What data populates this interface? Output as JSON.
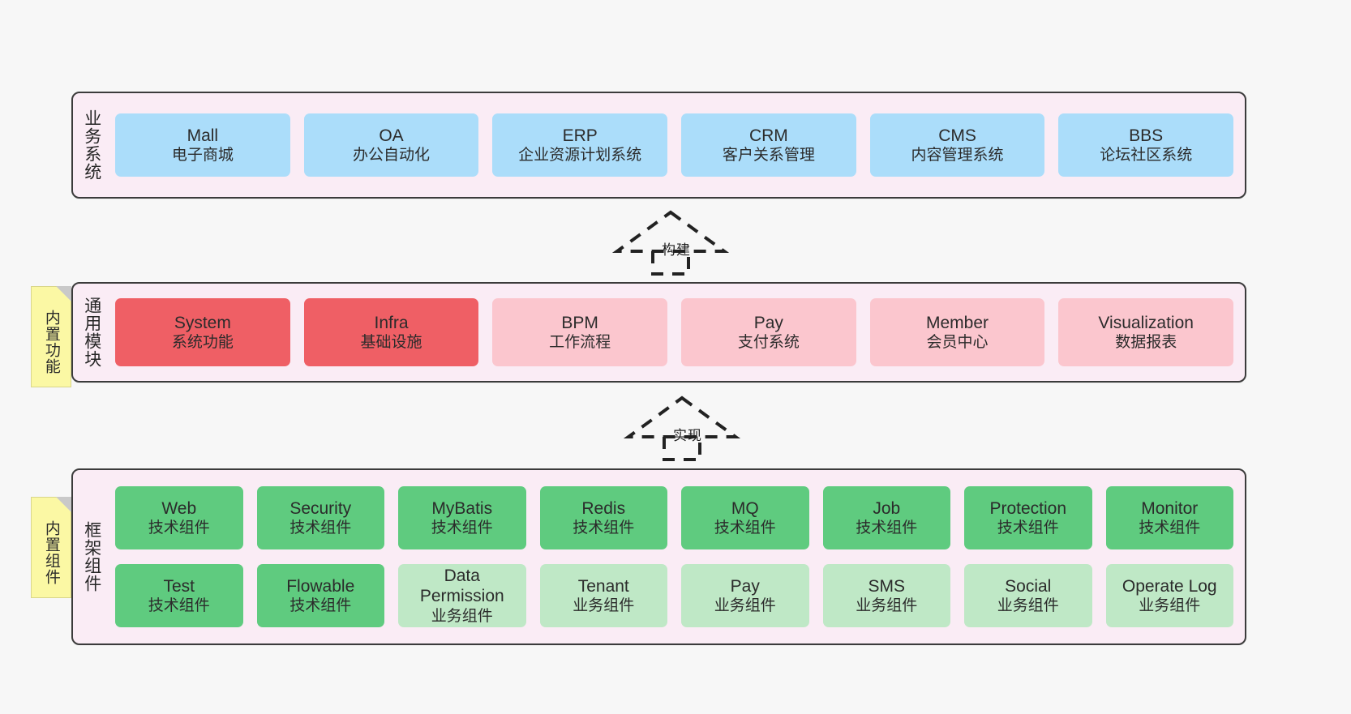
{
  "diagram": {
    "background_color": "#f7f7f7",
    "panel_fill": "#faecf5",
    "panel_border": "#3b3b3b"
  },
  "layers": [
    {
      "id": "business-system",
      "title": "业务系统",
      "card_color": "#abddfa",
      "cards": [
        {
          "en": "Mall",
          "cn": "电子商城"
        },
        {
          "en": "OA",
          "cn": "办公自动化"
        },
        {
          "en": "ERP",
          "cn": "企业资源计划系统"
        },
        {
          "en": "CRM",
          "cn": "客户关系管理"
        },
        {
          "en": "CMS",
          "cn": "内容管理系统"
        },
        {
          "en": "BBS",
          "cn": "论坛社区系统"
        }
      ]
    },
    {
      "id": "common-module",
      "title": "通用模块",
      "sticky": "内置功能",
      "strong_color": "#ef5f65",
      "soft_color": "#fbc6ce",
      "cards": [
        {
          "en": "System",
          "cn": "系统功能",
          "emphasis": "strong"
        },
        {
          "en": "Infra",
          "cn": "基础设施",
          "emphasis": "strong"
        },
        {
          "en": "BPM",
          "cn": "工作流程",
          "emphasis": "soft"
        },
        {
          "en": "Pay",
          "cn": "支付系统",
          "emphasis": "soft"
        },
        {
          "en": "Member",
          "cn": "会员中心",
          "emphasis": "soft"
        },
        {
          "en": "Visualization",
          "cn": "数据报表",
          "emphasis": "soft"
        }
      ]
    },
    {
      "id": "framework-component",
      "title": "框架组件",
      "sticky": "内置组件",
      "strong_color": "#5fcb7f",
      "soft_color": "#bfe8c6",
      "rows": [
        [
          {
            "en": "Web",
            "cn": "技术组件",
            "emphasis": "strong"
          },
          {
            "en": "Security",
            "cn": "技术组件",
            "emphasis": "strong"
          },
          {
            "en": "MyBatis",
            "cn": "技术组件",
            "emphasis": "strong"
          },
          {
            "en": "Redis",
            "cn": "技术组件",
            "emphasis": "strong"
          },
          {
            "en": "MQ",
            "cn": "技术组件",
            "emphasis": "strong"
          },
          {
            "en": "Job",
            "cn": "技术组件",
            "emphasis": "strong"
          },
          {
            "en": "Protection",
            "cn": "技术组件",
            "emphasis": "strong"
          },
          {
            "en": "Monitor",
            "cn": "技术组件",
            "emphasis": "strong"
          }
        ],
        [
          {
            "en": "Test",
            "cn": "技术组件",
            "emphasis": "strong"
          },
          {
            "en": "Flowable",
            "cn": "技术组件",
            "emphasis": "strong"
          },
          {
            "en": "Data Permission",
            "cn": "业务组件",
            "emphasis": "soft"
          },
          {
            "en": "Tenant",
            "cn": "业务组件",
            "emphasis": "soft"
          },
          {
            "en": "Pay",
            "cn": "业务组件",
            "emphasis": "soft"
          },
          {
            "en": "SMS",
            "cn": "业务组件",
            "emphasis": "soft"
          },
          {
            "en": "Social",
            "cn": "业务组件",
            "emphasis": "soft"
          },
          {
            "en": "Operate Log",
            "cn": "业务组件",
            "emphasis": "soft"
          }
        ]
      ]
    }
  ],
  "connectors": [
    {
      "id": "build",
      "label": "构建",
      "style": "dashed-hollow-triangle",
      "direction": "up"
    },
    {
      "id": "implement",
      "label": "实现",
      "style": "dashed-hollow-triangle",
      "direction": "up"
    }
  ]
}
